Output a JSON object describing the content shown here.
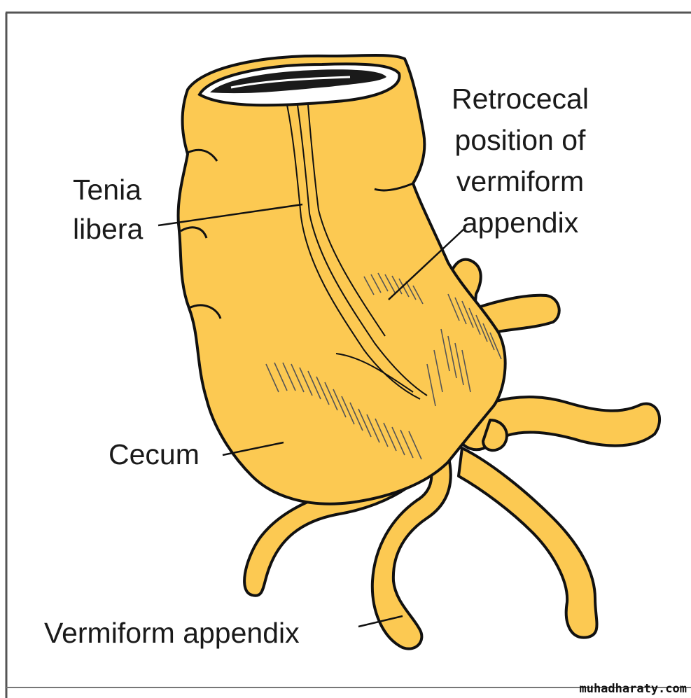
{
  "labels": {
    "tenia_libera": [
      "Tenia",
      "libera"
    ],
    "retrocecal": [
      "Retrocecal",
      "position of",
      "vermiform",
      "appendix"
    ],
    "cecum": "Cecum",
    "vermiform_appendix": "Vermiform appendix"
  },
  "watermark": "muhadharaty.com",
  "colors": {
    "organ_fill": "#FCC952",
    "outline": "#111111",
    "frame_border": "#555555"
  }
}
